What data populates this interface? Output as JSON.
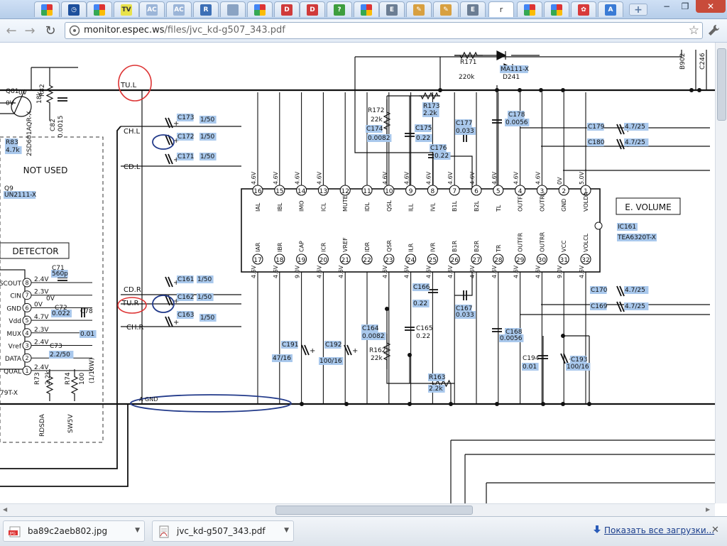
{
  "browser": {
    "tabs": [
      {
        "icon": "adwords-icon",
        "color": "#4b8bd4",
        "glyph": ""
      },
      {
        "icon": "clock-icon",
        "color": "#1c4f9c",
        "glyph": "◷"
      },
      {
        "icon": "google-icon",
        "color": "#3b8ad9",
        "glyph": ""
      },
      {
        "icon": "tv-icon",
        "color": "#e8e24a",
        "glyph": "TV"
      },
      {
        "icon": "ac-icon",
        "color": "#9bb5d8",
        "glyph": "AC"
      },
      {
        "icon": "ac-icon",
        "color": "#9bb5d8",
        "glyph": "AC"
      },
      {
        "icon": "r-icon",
        "color": "#3c6fb6",
        "glyph": "R"
      },
      {
        "icon": "page-icon",
        "color": "#8aa3c3",
        "glyph": ""
      },
      {
        "icon": "google-icon",
        "color": "#3b8ad9",
        "glyph": ""
      },
      {
        "icon": "d-icon",
        "color": "#d03a3a",
        "glyph": "D"
      },
      {
        "icon": "d-icon",
        "color": "#d03a3a",
        "glyph": "D"
      },
      {
        "icon": "help-icon",
        "color": "#3e9e3e",
        "glyph": "?"
      },
      {
        "icon": "google-icon",
        "color": "#3b8ad9",
        "glyph": ""
      },
      {
        "icon": "e-icon",
        "color": "#6b7d93",
        "glyph": "E"
      },
      {
        "icon": "pencil-icon",
        "color": "#d8a040",
        "glyph": "✎"
      },
      {
        "icon": "pencil-icon",
        "color": "#d8a040",
        "glyph": "✎"
      },
      {
        "icon": "e-icon",
        "color": "#6b7d93",
        "glyph": "E"
      },
      {
        "icon": "active-tab",
        "color": "#ffffff",
        "glyph": "r",
        "active": true
      },
      {
        "icon": "google-icon",
        "color": "#3b8ad9",
        "glyph": ""
      },
      {
        "icon": "google-icon",
        "color": "#3b8ad9",
        "glyph": ""
      },
      {
        "icon": "flower-icon",
        "color": "#d83a3a",
        "glyph": "✿"
      },
      {
        "icon": "translate-icon",
        "color": "#3a7bd5",
        "glyph": "A"
      }
    ],
    "new_tab_label": "+",
    "window_controls": {
      "minimize": "−",
      "maximize": "❐",
      "close": "✕"
    },
    "nav": {
      "back": "←",
      "forward": "→",
      "reload": "↻"
    },
    "address": {
      "host": "monitor.espec.ws",
      "path": "/files/jvc_kd-g507_343.pdf"
    },
    "star_glyph": "☆",
    "menu_glyph": "🔧"
  },
  "downloads": {
    "items": [
      {
        "name": "ba89c2aeb802.jpg",
        "icon": "jpg-file-icon"
      },
      {
        "name": "jvc_kd-g507_343.pdf",
        "icon": "pdf-file-icon"
      }
    ],
    "show_all_label": "Показать все загрузки...",
    "close_glyph": "✕"
  },
  "schematic": {
    "ic": {
      "title": "E. VOLUME",
      "ref": "IC161",
      "part": "TEA6320T-X",
      "top_pins": [
        {
          "n": "16",
          "name": "IAL",
          "v": "4.6V"
        },
        {
          "n": "15",
          "name": "IBL",
          "v": "4.6V"
        },
        {
          "n": "14",
          "name": "IMO",
          "v": "4.6V"
        },
        {
          "n": "13",
          "name": "ICL",
          "v": "4.6V"
        },
        {
          "n": "12",
          "name": "MUTE",
          "v": ""
        },
        {
          "n": "11",
          "name": "IDL",
          "v": ""
        },
        {
          "n": "10",
          "name": "QSL",
          "v": "4.6V"
        },
        {
          "n": "9",
          "name": "ILL",
          "v": "4.6V"
        },
        {
          "n": "8",
          "name": "IVL",
          "v": "4.6V"
        },
        {
          "n": "7",
          "name": "B1L",
          "v": "4.6V"
        },
        {
          "n": "6",
          "name": "B2L",
          "v": "4.6V"
        },
        {
          "n": "5",
          "name": "TL",
          "v": "4.6V"
        },
        {
          "n": "4",
          "name": "OUTFL",
          "v": "4.6V"
        },
        {
          "n": "3",
          "name": "OUTRL",
          "v": "4.6V"
        },
        {
          "n": "2",
          "name": "GND",
          "v": "0V"
        },
        {
          "n": "1",
          "name": "VOLDA",
          "v": "5.0V"
        }
      ],
      "bottom_pins": [
        {
          "n": "17",
          "name": "IAR",
          "v": "4.6V"
        },
        {
          "n": "18",
          "name": "IBR",
          "v": "4.6V"
        },
        {
          "n": "19",
          "name": "CAP",
          "v": "9.0V"
        },
        {
          "n": "20",
          "name": "ICR",
          "v": "4.6V"
        },
        {
          "n": "21",
          "name": "VREF",
          "v": "4.6V"
        },
        {
          "n": "22",
          "name": "IDR",
          "v": ""
        },
        {
          "n": "23",
          "name": "QSR",
          "v": "4.6V"
        },
        {
          "n": "24",
          "name": "ILR",
          "v": "4.6V"
        },
        {
          "n": "25",
          "name": "IVR",
          "v": "4.6V"
        },
        {
          "n": "26",
          "name": "B1R",
          "v": "4.6V"
        },
        {
          "n": "27",
          "name": "B2R",
          "v": "4.6V"
        },
        {
          "n": "28",
          "name": "TR",
          "v": "4.6V"
        },
        {
          "n": "29",
          "name": "OUTFR",
          "v": "4.6V"
        },
        {
          "n": "30",
          "name": "OUTRR",
          "v": "4.6V"
        },
        {
          "n": "31",
          "name": "VCC",
          "v": "9.0V"
        },
        {
          "n": "32",
          "name": "VOLCL",
          "v": "4.6V"
        }
      ]
    },
    "detector": {
      "title": "DETECTOR",
      "pins": [
        {
          "n": "8",
          "name": "SCOUT",
          "v": "2.4V"
        },
        {
          "n": "7",
          "name": "CIN",
          "v": "2.3V"
        },
        {
          "n": "6",
          "name": "GND",
          "v": "0V"
        },
        {
          "n": "5",
          "name": "Vdd",
          "v": "4.7V"
        },
        {
          "n": "4",
          "name": "MUX",
          "v": "2.3V"
        },
        {
          "n": "3",
          "name": "Vref",
          "v": "2.4V"
        },
        {
          "n": "2",
          "name": "DATA",
          "v": ""
        },
        {
          "n": "1",
          "name": "QUAL",
          "v": "2.4V"
        }
      ]
    },
    "not_used": "NOT USED",
    "nets": {
      "tu_l": "TU.L",
      "tu_r": "TU.R",
      "ch_l": "CH.L",
      "cd_l": "CD.L",
      "cd_r": "CD.R",
      "ch_r": "CH.R",
      "a_gnd": "A GND",
      "rdsda": "RDSDA",
      "sw5v": "SW5V"
    },
    "labels": [
      {
        "t": "R171",
        "hl": false
      },
      {
        "t": "220k",
        "hl": false
      },
      {
        "t": "MA111-X",
        "hl": true
      },
      {
        "t": "D241",
        "hl": false
      },
      {
        "t": "R173",
        "hl": true
      },
      {
        "t": "2.2k",
        "hl": true
      },
      {
        "t": "R172",
        "hl": false
      },
      {
        "t": "22k",
        "hl": false
      },
      {
        "t": "C174",
        "hl": true
      },
      {
        "t": "0.0082",
        "hl": true
      },
      {
        "t": "C175",
        "hl": true
      },
      {
        "t": "0.22",
        "hl": true
      },
      {
        "t": "C176",
        "hl": true
      },
      {
        "t": "0.22",
        "hl": true
      },
      {
        "t": "C177",
        "hl": true
      },
      {
        "t": "0.033",
        "hl": true
      },
      {
        "t": "C178",
        "hl": true
      },
      {
        "t": "0.0056",
        "hl": true
      },
      {
        "t": "C179",
        "hl": true
      },
      {
        "t": "4.7/25",
        "hl": true
      },
      {
        "t": "C180",
        "hl": true
      },
      {
        "t": "4.7/25",
        "hl": true
      },
      {
        "t": "C173",
        "hl": true
      },
      {
        "t": "1/50",
        "hl": true
      },
      {
        "t": "C172",
        "hl": true
      },
      {
        "t": "1/50",
        "hl": true
      },
      {
        "t": "C171",
        "hl": true
      },
      {
        "t": "1/50",
        "hl": true
      },
      {
        "t": "C161",
        "hl": true
      },
      {
        "t": "1/50",
        "hl": true
      },
      {
        "t": "C162",
        "hl": true
      },
      {
        "t": "1/50",
        "hl": true
      },
      {
        "t": "C163",
        "hl": true
      },
      {
        "t": "1/50",
        "hl": true
      },
      {
        "t": "C166",
        "hl": true
      },
      {
        "t": "0.22",
        "hl": true
      },
      {
        "t": "C167",
        "hl": true
      },
      {
        "t": "0.033",
        "hl": true
      },
      {
        "t": "C164",
        "hl": true
      },
      {
        "t": "0.0082",
        "hl": true
      },
      {
        "t": "C165",
        "hl": false
      },
      {
        "t": "0.22",
        "hl": false
      },
      {
        "t": "R162",
        "hl": false
      },
      {
        "t": "22k",
        "hl": false
      },
      {
        "t": "R163",
        "hl": true
      },
      {
        "t": "2.2k",
        "hl": true
      },
      {
        "t": "C168",
        "hl": true
      },
      {
        "t": "0.0056",
        "hl": true
      },
      {
        "t": "C194",
        "hl": false
      },
      {
        "t": "0.01",
        "hl": true
      },
      {
        "t": "C193",
        "hl": true
      },
      {
        "t": "100/16",
        "hl": true
      },
      {
        "t": "C191",
        "hl": true
      },
      {
        "t": "47/16",
        "hl": true
      },
      {
        "t": "C192",
        "hl": true
      },
      {
        "t": "100/16",
        "hl": true
      },
      {
        "t": "C170",
        "hl": true
      },
      {
        "t": "4.7/25",
        "hl": true
      },
      {
        "t": "C169",
        "hl": true
      },
      {
        "t": "4.7/25",
        "hl": true
      },
      {
        "t": "Q81",
        "hl": false
      },
      {
        "t": "2SD601AQR-X",
        "hl": false
      },
      {
        "t": "R82",
        "hl": false
      },
      {
        "t": "18k",
        "hl": false
      },
      {
        "t": "C82",
        "hl": false
      },
      {
        "t": "0.0015",
        "hl": false
      },
      {
        "t": "R83",
        "hl": true
      },
      {
        "t": "4.7k",
        "hl": true
      },
      {
        "t": "Q9",
        "hl": false
      },
      {
        "t": "UN2111-X",
        "hl": true
      },
      {
        "t": "C71",
        "hl": false
      },
      {
        "t": "560p",
        "hl": true
      },
      {
        "t": "C72",
        "hl": false
      },
      {
        "t": "0.022",
        "hl": true
      },
      {
        "t": "C73",
        "hl": false
      },
      {
        "t": "2.2/50",
        "hl": true
      },
      {
        "t": "C78",
        "hl": false
      },
      {
        "t": "0.01",
        "hl": true
      },
      {
        "t": "R73",
        "hl": false
      },
      {
        "t": "2.2k",
        "hl": false
      },
      {
        "t": "R74",
        "hl": false
      },
      {
        "t": "100",
        "hl": false
      },
      {
        "t": "(1/10W)",
        "hl": false
      },
      {
        "t": "79T-X",
        "hl": false
      },
      {
        "t": "B902",
        "hl": false
      },
      {
        "t": "C246",
        "hl": false
      },
      {
        "t": "0V",
        "hl": false
      },
      {
        "t": "0V",
        "hl": false
      },
      {
        "t": "0V",
        "hl": false
      }
    ]
  }
}
